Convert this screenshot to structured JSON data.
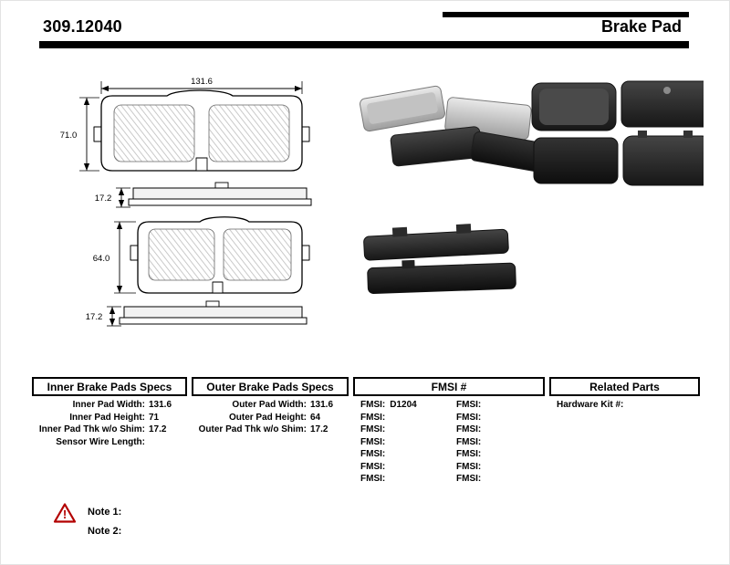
{
  "header": {
    "part_number": "309.12040",
    "title": "Brake Pad"
  },
  "dimensions": {
    "inner_width": "131.6",
    "inner_height": "71.0",
    "inner_thickness": "17.2",
    "outer_height": "64.0",
    "outer_thickness": "17.2"
  },
  "table": {
    "inner": {
      "header": "Inner Brake Pads Specs",
      "rows": [
        {
          "label": "Inner Pad Width:",
          "value": "131.6"
        },
        {
          "label": "Inner Pad Height:",
          "value": "71"
        },
        {
          "label": "Inner Pad Thk w/o Shim:",
          "value": "17.2"
        },
        {
          "label": "Sensor Wire Length:",
          "value": ""
        }
      ]
    },
    "outer": {
      "header": "Outer Brake Pads Specs",
      "rows": [
        {
          "label": "Outer Pad Width:",
          "value": "131.6"
        },
        {
          "label": "Outer Pad Height:",
          "value": "64"
        },
        {
          "label": "Outer Pad Thk w/o Shim:",
          "value": "17.2"
        }
      ]
    },
    "fmsi": {
      "header": "FMSI #",
      "left_rows": [
        {
          "label": "FMSI:",
          "value": "D1204"
        },
        {
          "label": "FMSI:",
          "value": ""
        },
        {
          "label": "FMSI:",
          "value": ""
        },
        {
          "label": "FMSI:",
          "value": ""
        },
        {
          "label": "FMSI:",
          "value": ""
        },
        {
          "label": "FMSI:",
          "value": ""
        },
        {
          "label": "FMSI:",
          "value": ""
        }
      ],
      "right_rows": [
        {
          "label": "FMSI:",
          "value": ""
        },
        {
          "label": "FMSI:",
          "value": ""
        },
        {
          "label": "FMSI:",
          "value": ""
        },
        {
          "label": "FMSI:",
          "value": ""
        },
        {
          "label": "FMSI:",
          "value": ""
        },
        {
          "label": "FMSI:",
          "value": ""
        },
        {
          "label": "FMSI:",
          "value": ""
        }
      ]
    },
    "related": {
      "header": "Related Parts",
      "rows": [
        {
          "label": "Hardware Kit #:",
          "value": ""
        }
      ]
    }
  },
  "notes": {
    "warning_icon": "triangle-exclamation",
    "note1": "Note 1:",
    "note2": "Note 2:"
  }
}
